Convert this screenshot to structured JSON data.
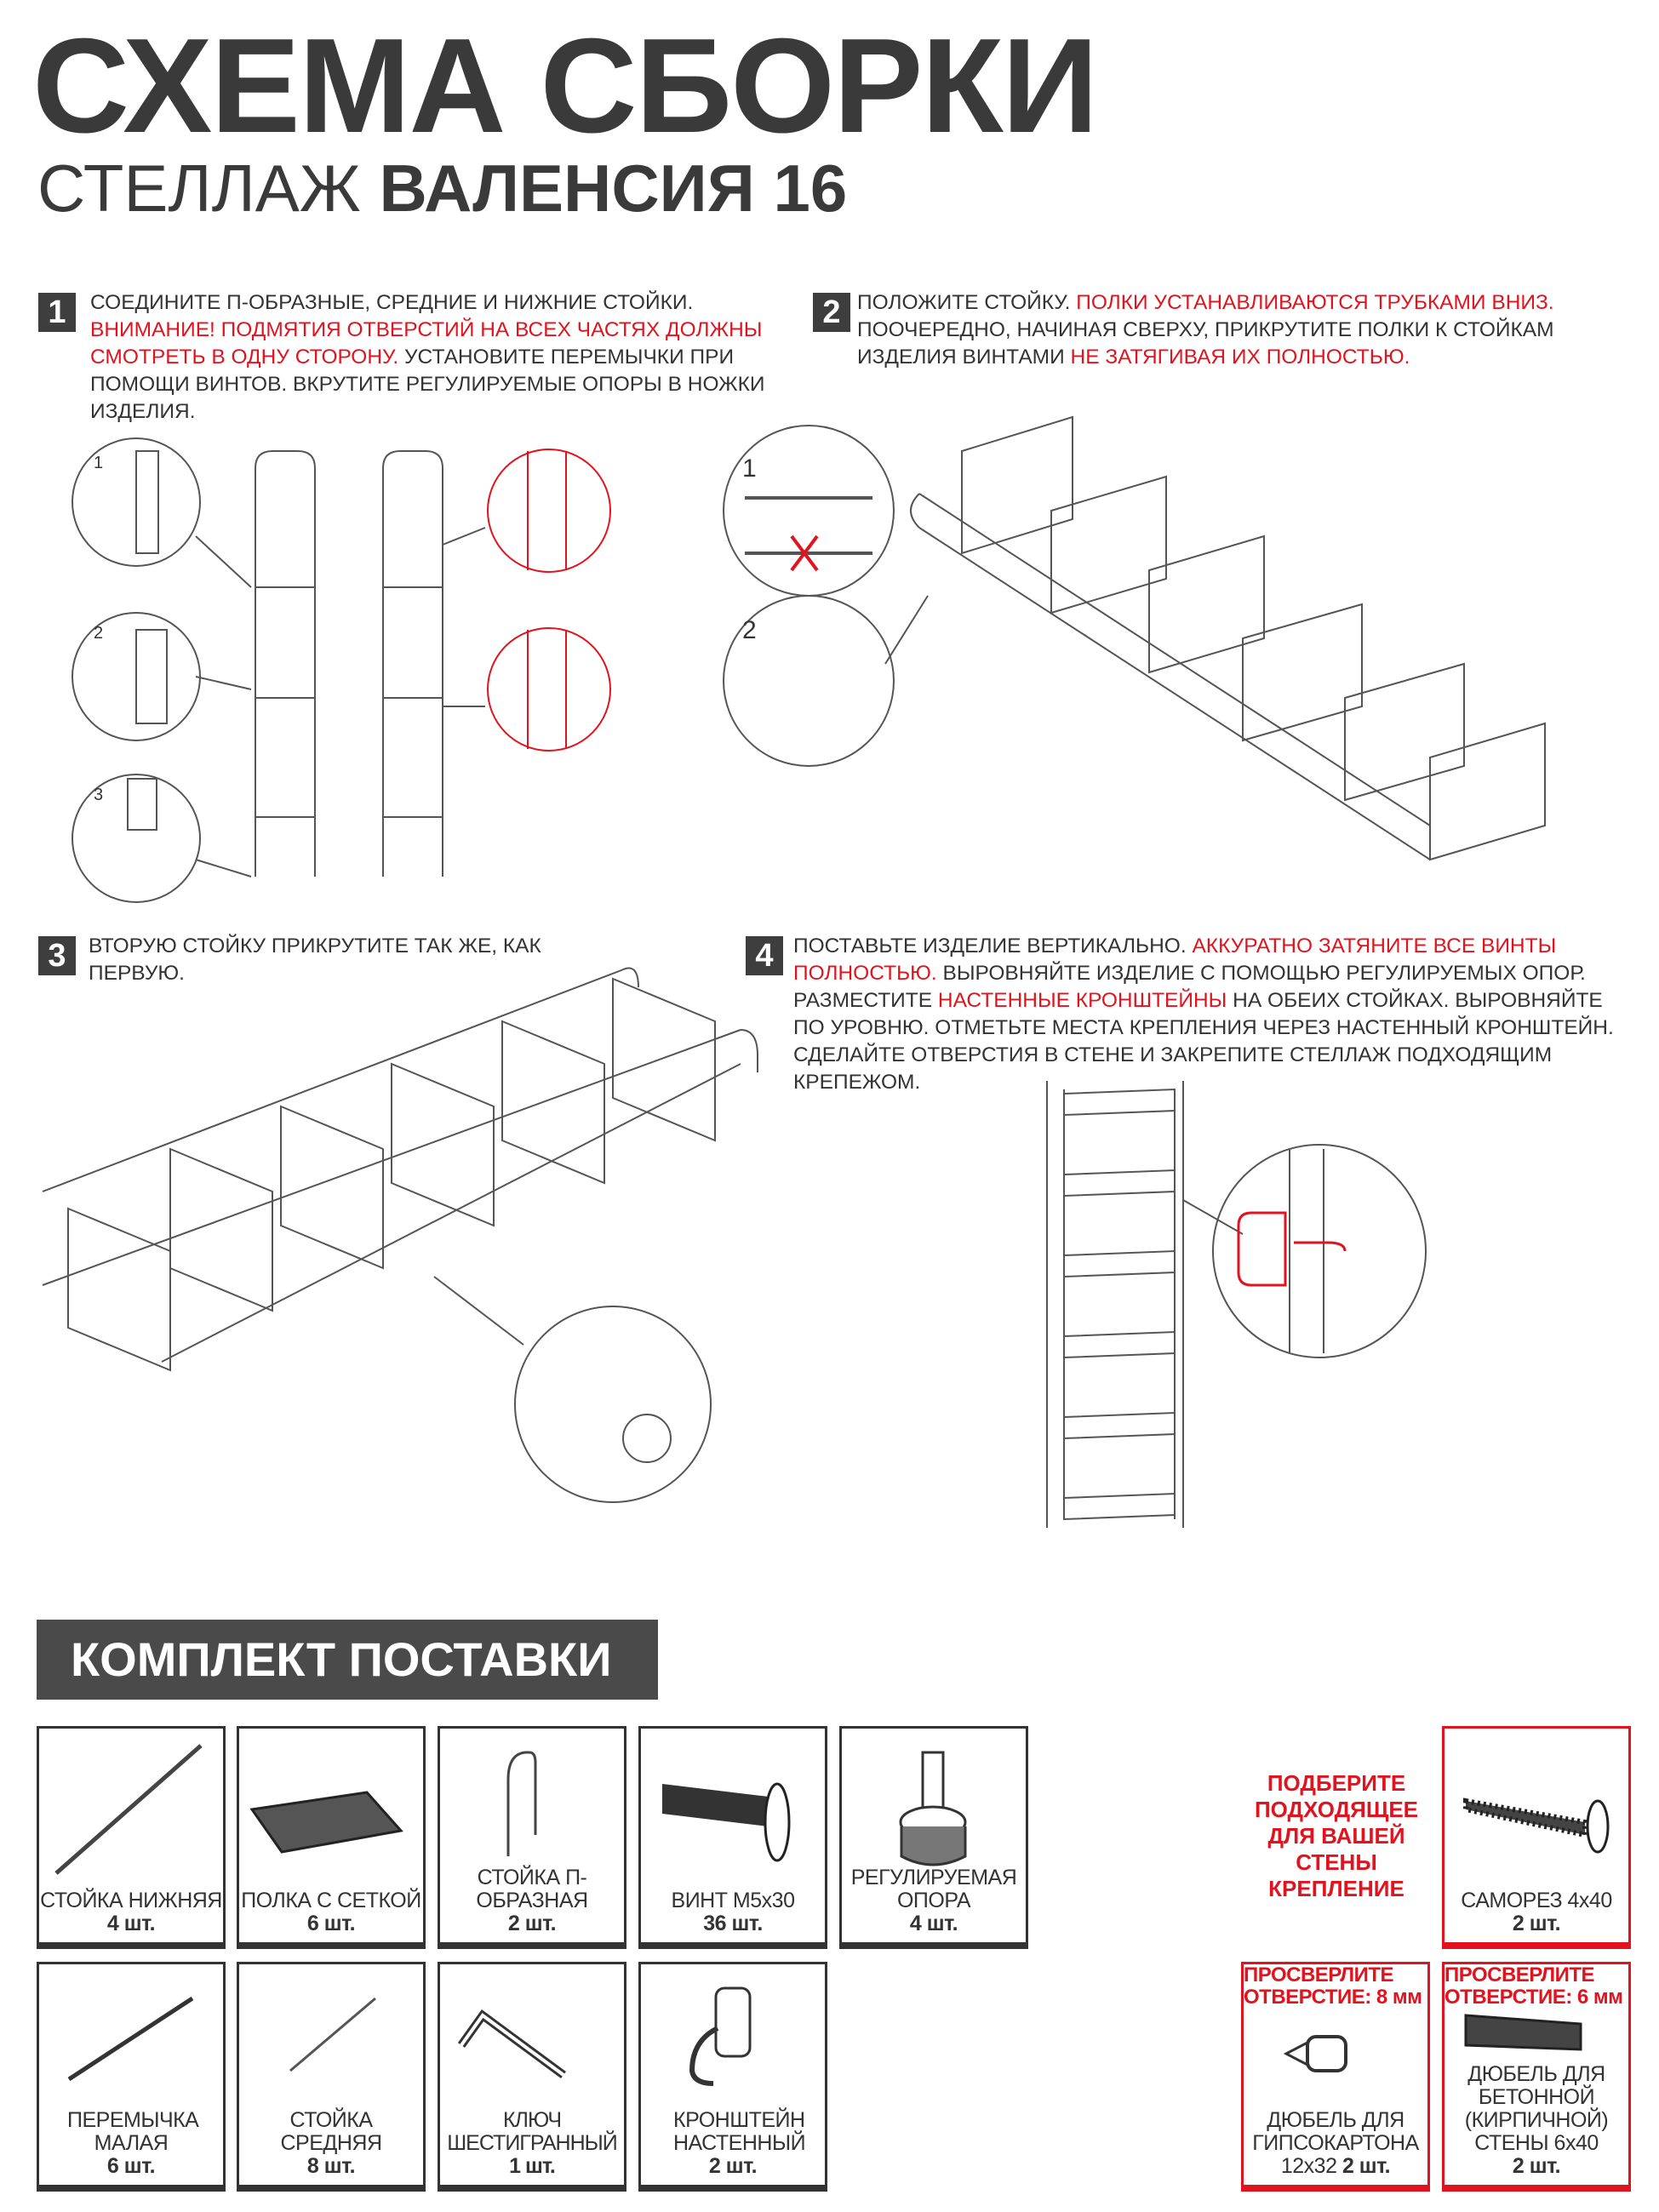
{
  "header": {
    "title": "СХЕМА СБОРКИ",
    "subtitle_prefix": "СТЕЛЛАЖ",
    "subtitle_product": "ВАЛЕНСИЯ 16"
  },
  "steps": [
    {
      "number": "1",
      "parts": [
        {
          "text": "СОЕДИНИТЕ П-ОБРАЗНЫЕ, СРЕДНИЕ И НИЖНИЕ СТОЙКИ. ",
          "red": false
        },
        {
          "text": "ВНИМАНИЕ! ПОДМЯТИЯ ОТВЕРСТИЙ НА ВСЕХ ЧАСТЯХ ДОЛЖНЫ СМОТРЕТЬ В ОДНУ СТОРОНУ.",
          "red": true
        },
        {
          "text": " УСТАНОВИТЕ ПЕРЕМЫЧКИ ПРИ ПОМОЩИ ВИНТОВ. ВКРУТИТЕ РЕГУЛИРУЕМЫЕ ОПОРЫ В НОЖКИ ИЗДЕЛИЯ.",
          "red": false
        }
      ],
      "callouts": [
        "1",
        "2",
        "3"
      ]
    },
    {
      "number": "2",
      "parts": [
        {
          "text": "ПОЛОЖИТЕ СТОЙКУ. ",
          "red": false
        },
        {
          "text": "ПОЛКИ УСТАНАВЛИВАЮТСЯ ТРУБКАМИ ВНИЗ.",
          "red": true
        },
        {
          "text": " ПООЧЕРЕДНО, НАЧИНАЯ СВЕРХУ, ПРИКРУТИТЕ ПОЛКИ К СТОЙКАМ ИЗДЕЛИЯ ВИНТАМИ ",
          "red": false
        },
        {
          "text": "НЕ ЗАТЯГИВАЯ ИХ ПОЛНОСТЬЮ.",
          "red": true
        }
      ],
      "callouts": [
        "1",
        "2"
      ]
    },
    {
      "number": "3",
      "parts": [
        {
          "text": "ВТОРУЮ СТОЙКУ ПРИКРУТИТЕ ТАК ЖЕ, КАК ПЕРВУЮ.",
          "red": false
        }
      ]
    },
    {
      "number": "4",
      "parts": [
        {
          "text": "ПОСТАВЬТЕ ИЗДЕЛИЕ ВЕРТИКАЛЬНО. ",
          "red": false
        },
        {
          "text": "АККУРАТНО ЗАТЯНИТЕ ВСЕ ВИНТЫ ПОЛНОСТЬЮ.",
          "red": true
        },
        {
          "text": " ВЫРОВНЯЙТЕ ИЗДЕЛИЕ С ПОМОЩЬЮ РЕГУЛИРУЕМЫХ ОПОР. РАЗМЕСТИТЕ ",
          "red": false
        },
        {
          "text": "НАСТЕННЫЕ КРОНШТЕЙНЫ",
          "red": true
        },
        {
          "text": " НА ОБЕИХ СТОЙКАХ. ВЫРОВНЯЙТЕ ПО УРОВНЮ. ОТМЕТЬТЕ МЕСТА КРЕПЛЕНИЯ ЧЕРЕЗ НАСТЕННЫЙ КРОНШТЕЙН. СДЕЛАЙТЕ ОТВЕРСТИЯ В СТЕНЕ И ЗАКРЕПИТЕ СТЕЛЛАЖ ПОДХОДЯЩИМ КРЕПЕЖОМ.",
          "red": false
        }
      ]
    }
  ],
  "kit": {
    "title": "КОМПЛЕКТ ПОСТАВКИ",
    "items": [
      {
        "name": "СТОЙКА НИЖНЯЯ",
        "qty": "4 шт.",
        "icon": "bottom-post-icon"
      },
      {
        "name": "ПОЛКА С СЕТКОЙ",
        "qty": "6 шт.",
        "icon": "mesh-shelf-icon"
      },
      {
        "name": "СТОЙКА П-ОБРАЗНАЯ",
        "qty": "2 шт.",
        "icon": "u-post-icon"
      },
      {
        "name": "ВИНТ М5х30",
        "qty": "36 шт.",
        "icon": "screw-icon"
      },
      {
        "name": "РЕГУЛИРУЕМАЯ ОПОРА",
        "qty": "4 шт.",
        "icon": "adjustable-foot-icon"
      },
      {
        "name": "ПЕРЕМЫЧКА МАЛАЯ",
        "qty": "6 шт.",
        "icon": "crossbar-icon"
      },
      {
        "name": "СТОЙКА СРЕДНЯЯ",
        "qty": "8 шт.",
        "icon": "middle-post-icon"
      },
      {
        "name": "КЛЮЧ ШЕСТИГРАННЫЙ",
        "qty": "1 шт.",
        "icon": "hex-key-icon"
      },
      {
        "name": "КРОНШТЕЙН НАСТЕННЫЙ",
        "qty": "2 шт.",
        "icon": "wall-bracket-icon"
      }
    ],
    "advice": "ПОДБЕРИТЕ ПОДХОДЯЩЕЕ ДЛЯ ВАШЕЙ СТЕНЫ КРЕПЛЕНИЕ",
    "fasteners": [
      {
        "name": "САМОРЕЗ 4х40",
        "qty": "2 шт.",
        "drill": "",
        "icon": "self-tapping-screw-icon"
      },
      {
        "name": "ДЮБЕЛЬ ДЛЯ ГИПСОКАРТОНА 12х32",
        "qty": "2 шт.",
        "drill": "ПРОСВЕРЛИТЕ ОТВЕРСТИЕ: 8 мм",
        "icon": "drywall-anchor-icon"
      },
      {
        "name": "ДЮБЕЛЬ ДЛЯ БЕТОННОЙ (КИРПИЧНОЙ) СТЕНЫ 6х40",
        "qty": "2 шт.",
        "drill": "ПРОСВЕРЛИТЕ ОТВЕРСТИЕ: 6 мм",
        "icon": "concrete-anchor-icon"
      }
    ]
  },
  "colors": {
    "accent": "#e0141e",
    "text": "#333333",
    "header_bg": "#4a4a4a"
  }
}
